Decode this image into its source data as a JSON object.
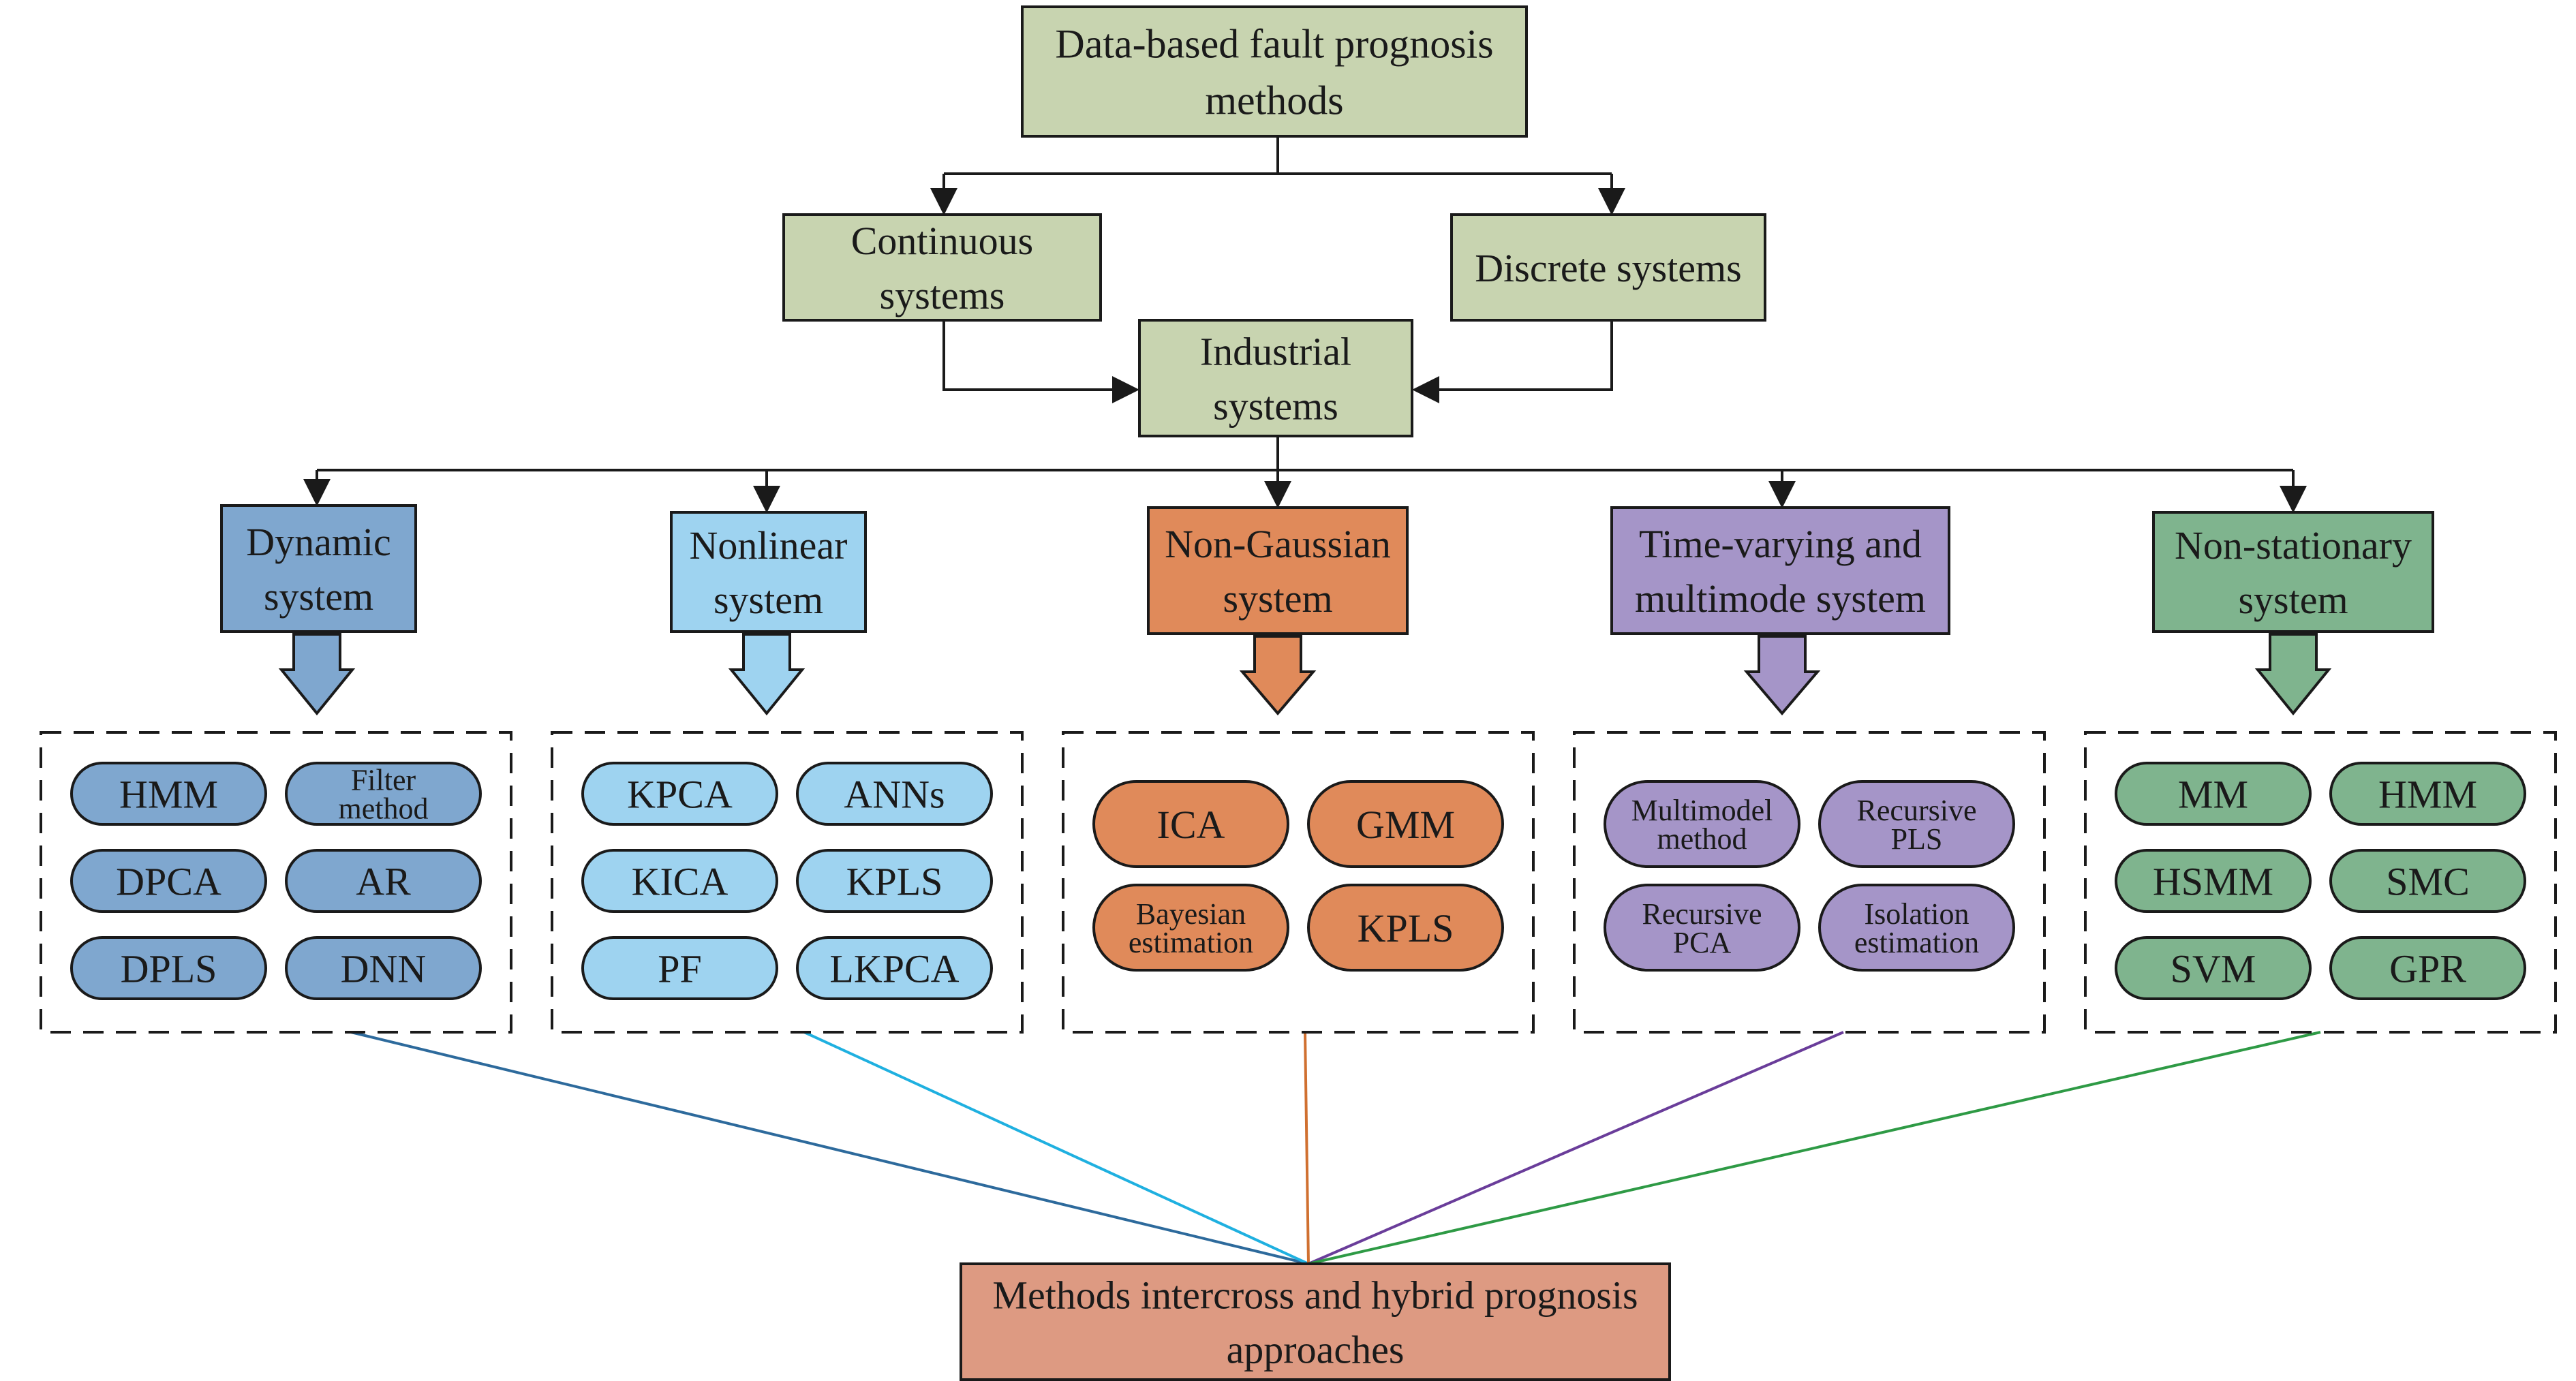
{
  "root": {
    "lines": [
      "Data-based fault prognosis",
      "methods"
    ],
    "color": "#c8d4b0"
  },
  "continuous": {
    "lines": [
      "Continuous",
      "systems"
    ],
    "color": "#c8d4b0"
  },
  "discrete": {
    "lines": [
      "Discrete systems"
    ],
    "color": "#c8d4b0"
  },
  "industrial": {
    "lines": [
      "Industrial",
      "systems"
    ],
    "color": "#c8d4b0"
  },
  "categories": [
    {
      "id": "dynamic",
      "lines": [
        "Dynamic",
        "system"
      ],
      "color": "#7fa7cf",
      "pill": "#7fa7cf",
      "link": "#2d6a9c",
      "methods": [
        [
          "HMM"
        ],
        [
          "Filter",
          "method"
        ],
        [
          "DPCA"
        ],
        [
          "AR"
        ],
        [
          "DPLS"
        ],
        [
          "DNN"
        ]
      ]
    },
    {
      "id": "nonlinear",
      "lines": [
        "Nonlinear",
        "system"
      ],
      "color": "#9ed3f0",
      "pill": "#9ed3f0",
      "link": "#1fb0e0",
      "methods": [
        [
          "KPCA"
        ],
        [
          "ANNs"
        ],
        [
          "KICA"
        ],
        [
          "KPLS"
        ],
        [
          "PF"
        ],
        [
          "LKPCA"
        ]
      ]
    },
    {
      "id": "non-gaussian",
      "lines": [
        "Non-Gaussian",
        "system"
      ],
      "color": "#e08a5a",
      "pill": "#e08a5a",
      "link": "#d07030",
      "methods": [
        [
          "ICA"
        ],
        [
          "GMM"
        ],
        [
          "Bayesian",
          "estimation"
        ],
        [
          "KPLS"
        ]
      ]
    },
    {
      "id": "time-varying",
      "lines": [
        "Time-varying and",
        "multimode system"
      ],
      "color": "#a595c8",
      "pill": "#a595c8",
      "link": "#6a3d9a",
      "methods": [
        [
          "Multimodel",
          "method"
        ],
        [
          "Recursive",
          "PLS"
        ],
        [
          "Recursive",
          "PCA"
        ],
        [
          "Isolation",
          "estimation"
        ]
      ]
    },
    {
      "id": "non-stationary",
      "lines": [
        "Non-stationary",
        "system"
      ],
      "color": "#7fb48e",
      "pill": "#7fb48e",
      "link": "#2e9a45",
      "methods": [
        [
          "MM"
        ],
        [
          "HMM"
        ],
        [
          "HSMM"
        ],
        [
          "SMC"
        ],
        [
          "SVM"
        ],
        [
          "GPR"
        ]
      ]
    }
  ],
  "hybrid": {
    "lines": [
      "Methods intercross and hybrid prognosis",
      "approaches"
    ],
    "color": "#dd9a82"
  }
}
